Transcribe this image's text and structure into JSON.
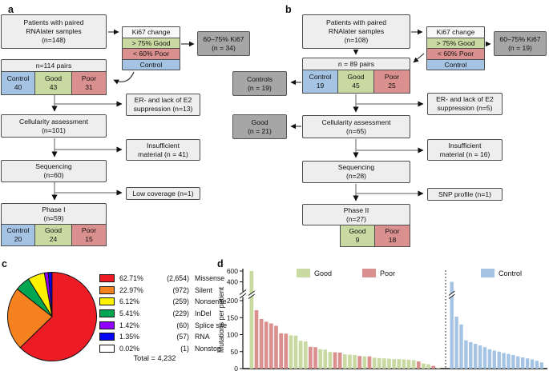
{
  "figure": {
    "panels": {
      "a": "a",
      "b": "b",
      "c": "c",
      "d": "d"
    }
  },
  "colors": {
    "good": "#c9d9a2",
    "poor": "#da908e",
    "control": "#a5c3e3",
    "box_fill": "#eeeeee",
    "grey_fill": "#a6a6a6"
  },
  "panel_a": {
    "patients": {
      "line1": "Patients with paired",
      "line2": "RNAlater samples",
      "line3": "(n=148)"
    },
    "ki67": {
      "header": "Ki67 change",
      "good": "> 75% Good",
      "poor": "< 60% Poor",
      "control": "Control"
    },
    "ki67_excluded": {
      "line1": "60–75% Ki67",
      "line2": "(n = 34)"
    },
    "pairs": {
      "header": "n=114 pairs",
      "cells": [
        {
          "label": "Control",
          "value": "40"
        },
        {
          "label": "Good",
          "value": "43"
        },
        {
          "label": "Poor",
          "value": "31"
        }
      ]
    },
    "er": {
      "line1": "ER- and lack of E2",
      "line2": "suppression (n=13)"
    },
    "cellularity": {
      "line1": "Cellularity assessment",
      "line2": "(n=101)"
    },
    "insufficient": {
      "line1": "Insufficient",
      "line2": "material (n = 41)"
    },
    "sequencing": {
      "line1": "Sequencing",
      "line2": "(n=60)"
    },
    "low_coverage": {
      "line1": "Low coverage (n=1)"
    },
    "phase": {
      "line1": "Phase I",
      "line2": "(n=59)",
      "cells": [
        {
          "label": "Control",
          "value": "20"
        },
        {
          "label": "Good",
          "value": "24"
        },
        {
          "label": "Poor",
          "value": "15"
        }
      ]
    }
  },
  "panel_b": {
    "patients": {
      "line1": "Patients with paired",
      "line2": "RNAlater samples",
      "line3": "(n=108)"
    },
    "ki67": {
      "header": "Ki67 change",
      "good": "> 75% Good",
      "poor": "< 60% Poor",
      "control": "Control"
    },
    "ki67_excluded": {
      "line1": "60–75% Ki67",
      "line2": "(n = 19)"
    },
    "pairs": {
      "header": "n = 89 pairs",
      "cells": [
        {
          "label": "Control",
          "value": "19"
        },
        {
          "label": "Good",
          "value": "45"
        },
        {
          "label": "Poor",
          "value": "25"
        }
      ]
    },
    "controls_out": {
      "line1": "Controls",
      "line2": "(n = 19)"
    },
    "good_out": {
      "line1": "Good",
      "line2": "(n = 21)"
    },
    "er": {
      "line1": "ER- and lack of E2",
      "line2": "suppression (n=5)"
    },
    "cellularity": {
      "line1": "Cellularity assessment",
      "line2": "(n=65)"
    },
    "insufficient": {
      "line1": "Insufficient",
      "line2": "material (n = 16)"
    },
    "sequencing": {
      "line1": "Sequencing",
      "line2": "(n=28)"
    },
    "snp": {
      "line1": "SNP profile (n=1)"
    },
    "phase": {
      "line1": "Phase II",
      "line2": "(n=27)",
      "cells": [
        {
          "label": "Good",
          "value": "9"
        },
        {
          "label": "Poor",
          "value": "18"
        }
      ]
    }
  },
  "chart_data": [
    {
      "type": "pie",
      "panel": "c",
      "slices": [
        {
          "label": "Missense",
          "percent": 62.71,
          "percent_label": "62.71%",
          "count": 2654,
          "count_label": "(2,654)",
          "color": "#ed1c24"
        },
        {
          "label": "Silent",
          "percent": 22.97,
          "percent_label": "22.97%",
          "count": 972,
          "count_label": "(972)",
          "color": "#f5821f"
        },
        {
          "label": "Nonsense",
          "percent": 6.12,
          "percent_label": "6.12%",
          "count": 259,
          "count_label": "(259)",
          "color": "#fff200"
        },
        {
          "label": "InDel",
          "percent": 5.41,
          "percent_label": "5.41%",
          "count": 229,
          "count_label": "(229)",
          "color": "#00a651"
        },
        {
          "label": "Splice site",
          "percent": 1.42,
          "percent_label": "1.42%",
          "count": 60,
          "count_label": "(60)",
          "color": "#9100ff"
        },
        {
          "label": "RNA",
          "percent": 1.35,
          "percent_label": "1.35%",
          "count": 57,
          "count_label": "(57)",
          "color": "#0504f5"
        },
        {
          "label": "Nonstop",
          "percent": 0.02,
          "percent_label": "0.02%",
          "count": 1,
          "count_label": "(1)",
          "color": "#ffffff"
        }
      ],
      "clockwise_order": [
        "Missense",
        "Silent",
        "InDel",
        "Nonsense",
        "Splice site",
        "RNA",
        "Nonstop"
      ],
      "total_label": "Total = 4,232"
    },
    {
      "type": "bar",
      "panel": "d",
      "ylabel": "Mutations per patient",
      "yticks": [
        "0",
        "50",
        "100",
        "150",
        "200",
        "400",
        "600"
      ],
      "axis_break_between": [
        200,
        400
      ],
      "ylim_lower": [
        0,
        200
      ],
      "ylim_upper": [
        400,
        600
      ],
      "legend": [
        {
          "label": "Good",
          "color": "#c9d9a2"
        },
        {
          "label": "Poor",
          "color": "#da908e"
        },
        {
          "label": "Control",
          "color": "#a5c3e3"
        }
      ],
      "treated": [
        {
          "group": "Good",
          "value": 600
        },
        {
          "group": "Poor",
          "value": 172
        },
        {
          "group": "Poor",
          "value": 146
        },
        {
          "group": "Poor",
          "value": 138
        },
        {
          "group": "Poor",
          "value": 133
        },
        {
          "group": "Poor",
          "value": 126
        },
        {
          "group": "Poor",
          "value": 104
        },
        {
          "group": "Poor",
          "value": 103
        },
        {
          "group": "Good",
          "value": 98
        },
        {
          "group": "Good",
          "value": 97
        },
        {
          "group": "Good",
          "value": 82
        },
        {
          "group": "Good",
          "value": 80
        },
        {
          "group": "Poor",
          "value": 64
        },
        {
          "group": "Poor",
          "value": 63
        },
        {
          "group": "Good",
          "value": 57
        },
        {
          "group": "Good",
          "value": 56
        },
        {
          "group": "Good",
          "value": 49
        },
        {
          "group": "Poor",
          "value": 48
        },
        {
          "group": "Poor",
          "value": 47
        },
        {
          "group": "Good",
          "value": 42
        },
        {
          "group": "Good",
          "value": 41
        },
        {
          "group": "Good",
          "value": 40
        },
        {
          "group": "Poor",
          "value": 37
        },
        {
          "group": "Good",
          "value": 36
        },
        {
          "group": "Poor",
          "value": 36
        },
        {
          "group": "Good",
          "value": 32
        },
        {
          "group": "Good",
          "value": 31
        },
        {
          "group": "Good",
          "value": 30
        },
        {
          "group": "Good",
          "value": 29
        },
        {
          "group": "Good",
          "value": 28
        },
        {
          "group": "Good",
          "value": 28
        },
        {
          "group": "Good",
          "value": 27
        },
        {
          "group": "Good",
          "value": 26
        },
        {
          "group": "Good",
          "value": 25
        },
        {
          "group": "Poor",
          "value": 21
        },
        {
          "group": "Good",
          "value": 15
        },
        {
          "group": "Good",
          "value": 13
        },
        {
          "group": "Poor",
          "value": 8
        },
        {
          "group": "Good",
          "value": 2
        }
      ],
      "control": [
        400,
        153,
        130,
        83,
        78,
        73,
        68,
        63,
        57,
        53,
        50,
        46,
        43,
        40,
        36,
        33,
        30,
        27,
        23,
        18
      ]
    }
  ]
}
